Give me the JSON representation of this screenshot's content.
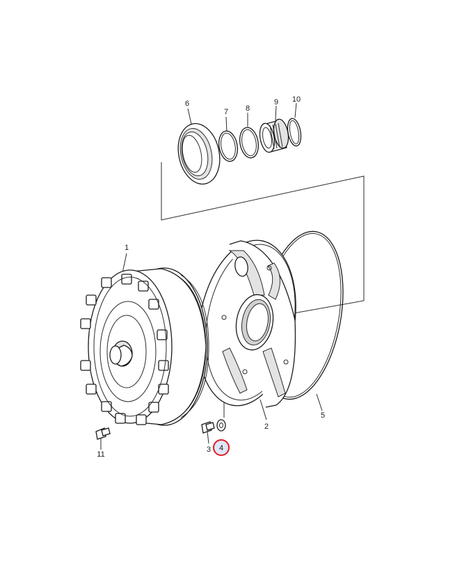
{
  "diagram": {
    "callouts": [
      {
        "id": "1",
        "label": "1"
      },
      {
        "id": "2",
        "label": "2"
      },
      {
        "id": "3",
        "label": "3"
      },
      {
        "id": "4",
        "label": "4"
      },
      {
        "id": "5",
        "label": "5"
      },
      {
        "id": "6",
        "label": "6"
      },
      {
        "id": "7",
        "label": "7"
      },
      {
        "id": "8",
        "label": "8"
      },
      {
        "id": "9",
        "label": "9"
      },
      {
        "id": "10",
        "label": "10"
      },
      {
        "id": "11",
        "label": "11"
      }
    ],
    "highlighted_callout": "4",
    "highlight_color": "#e01b24",
    "highlight_fill": "#dfe6f7"
  }
}
